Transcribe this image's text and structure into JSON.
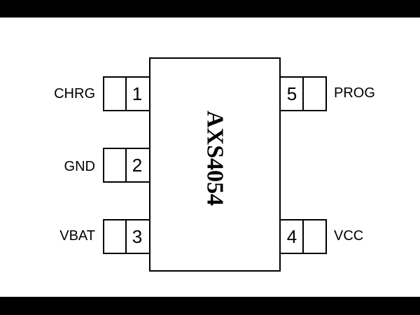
{
  "colors": {
    "frame": "#000000",
    "canvas": "#ffffff",
    "stroke": "#000000"
  },
  "chip": {
    "name": "AXS4054"
  },
  "pins": [
    {
      "number": "1",
      "label": "CHRG",
      "side": "left"
    },
    {
      "number": "2",
      "label": "GND",
      "side": "left"
    },
    {
      "number": "3",
      "label": "VBAT",
      "side": "left"
    },
    {
      "number": "4",
      "label": "VCC",
      "side": "right"
    },
    {
      "number": "5",
      "label": "PROG",
      "side": "right"
    }
  ]
}
